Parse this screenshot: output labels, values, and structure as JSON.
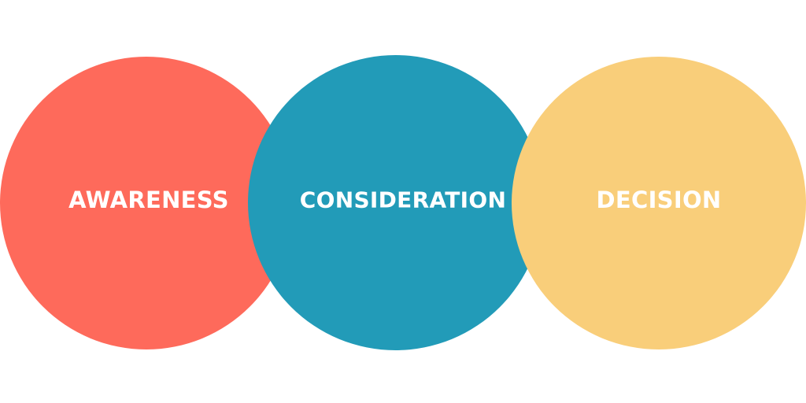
{
  "stages": [
    {
      "label": "AWARENESS",
      "color": "#FE6A5B"
    },
    {
      "label": "CONSIDERATION",
      "color": "#229BB8"
    },
    {
      "label": "DECISION",
      "color": "#F9CE7A"
    }
  ]
}
